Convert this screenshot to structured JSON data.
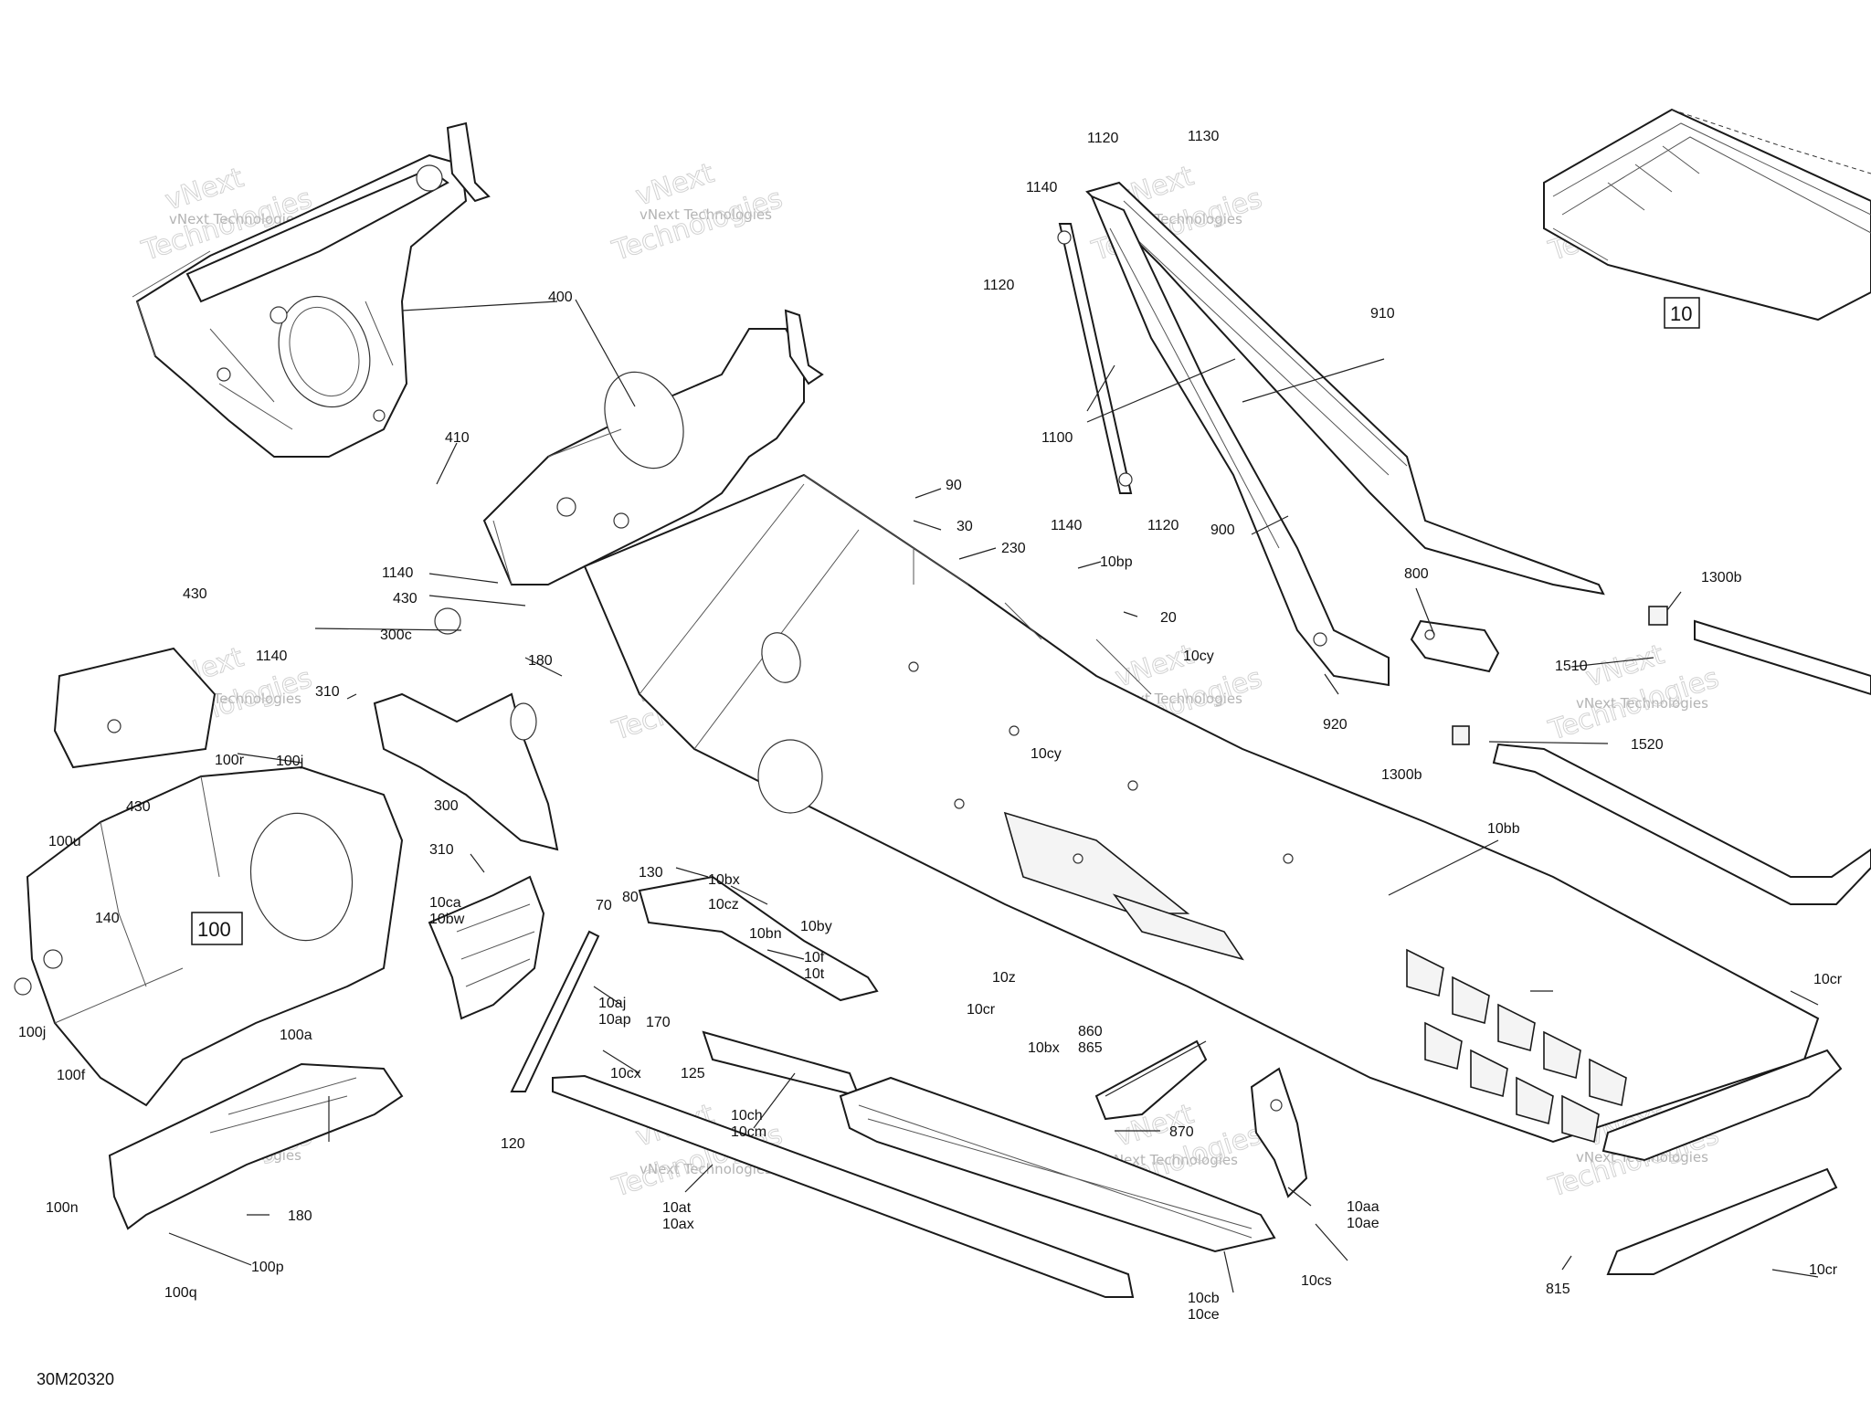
{
  "document": {
    "reference": "30M20320"
  },
  "watermark": {
    "line1": "vNext Technologies",
    "line2": "vNext",
    "line3": "Technologies"
  },
  "callouts": [
    "10",
    "100"
  ],
  "labels": {
    "l400": "400",
    "l410": "410",
    "l1140a": "1140",
    "l430a": "430",
    "l300c": "300c",
    "l180a": "180",
    "l300": "300",
    "l310a": "310",
    "l310b": "310",
    "l430b": "430",
    "l1140b": "1140",
    "l100r": "100r",
    "l100j_a": "100j",
    "l100u": "100u",
    "l430c": "430",
    "l140": "140",
    "l100j_b": "100j",
    "l100f": "100f",
    "l100a": "100a",
    "l90": "90",
    "l30": "30",
    "l230": "230",
    "l10bp": "10bp",
    "l20": "20",
    "l70": "70",
    "l80": "80",
    "l130": "130",
    "l10bx_a": "10bx",
    "l10cz": "10cz",
    "l10bn": "10bn",
    "l10by": "10by",
    "l10f": "10f",
    "l10t": "10t",
    "l170": "170",
    "l10ca": "10ca",
    "l10bw": "10bw",
    "l10aj": "10aj",
    "l10ap": "10ap",
    "l10cx": "10cx",
    "l120": "120",
    "l125": "125",
    "l10ch": "10ch",
    "l10cm": "10cm",
    "l10at": "10at",
    "l10ax": "10ax",
    "l10cb": "10cb",
    "l10ce": "10ce",
    "l10cs": "10cs",
    "l10aa": "10aa",
    "l10ae": "10ae",
    "l860": "860",
    "l865": "865",
    "l870": "870",
    "l10bx_b": "10bx",
    "l10z": "10z",
    "l10cr_a": "10cr",
    "l10cy_a": "10cy",
    "l10cy_b": "10cy",
    "l10bb": "10bb",
    "l1120a": "1120",
    "l1130": "1130",
    "l1140c": "1140",
    "l1120b": "1120",
    "l1100": "1100",
    "l1140d": "1140",
    "l1120c": "1120",
    "l910": "910",
    "l900": "900",
    "l800": "800",
    "l920": "920",
    "l1300b_a": "1300b",
    "l1300b_b": "1300b",
    "l1510": "1510",
    "l1520": "1520",
    "l10cr_b": "10cr",
    "l10cr_c": "10cr",
    "l815": "815",
    "l100n": "100n",
    "l180b": "180",
    "l100p": "100p",
    "l100q": "100q"
  }
}
